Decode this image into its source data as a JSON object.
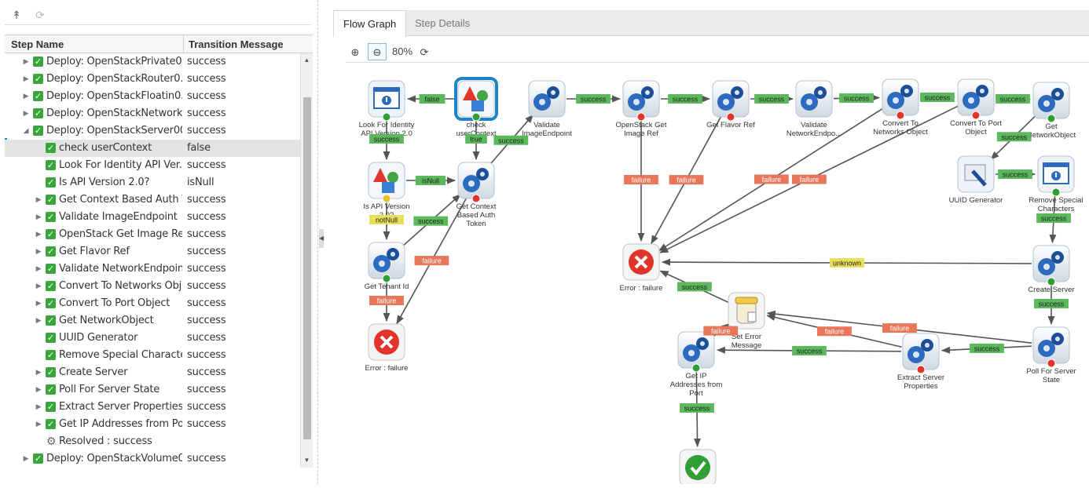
{
  "left_panel": {
    "toolbar": {
      "collapse_icon": "collapse-all-icon",
      "refresh_icon": "refresh-icon"
    },
    "columns": {
      "step_name": "Step Name",
      "transition_message": "Transition Message"
    },
    "rows": [
      {
        "name": "Deploy: OpenStackPrivate0...",
        "msg": "success",
        "level": 0,
        "toggle": "collapsed",
        "icon": "check"
      },
      {
        "name": "Deploy: OpenStackRouter0...",
        "msg": "success",
        "level": 0,
        "toggle": "collapsed",
        "icon": "check"
      },
      {
        "name": "Deploy: OpenStackFloatin0...",
        "msg": "success",
        "level": 0,
        "toggle": "collapsed",
        "icon": "check"
      },
      {
        "name": "Deploy: OpenStackNetwork...",
        "msg": "success",
        "level": 0,
        "toggle": "collapsed",
        "icon": "check"
      },
      {
        "name": "Deploy: OpenStackServer00...",
        "msg": "success",
        "level": 0,
        "toggle": "expanded",
        "icon": "check"
      },
      {
        "name": "check userContext",
        "msg": "false",
        "level": 1,
        "toggle": "none",
        "icon": "check",
        "selected": true
      },
      {
        "name": "Look For Identity API Ver...",
        "msg": "success",
        "level": 1,
        "toggle": "none",
        "icon": "check"
      },
      {
        "name": "Is API Version 2.0?",
        "msg": "isNull",
        "level": 1,
        "toggle": "none",
        "icon": "check"
      },
      {
        "name": "Get Context Based Auth T...",
        "msg": "success",
        "level": 1,
        "toggle": "collapsed",
        "icon": "check"
      },
      {
        "name": "Validate ImageEndpoint",
        "msg": "success",
        "level": 1,
        "toggle": "collapsed",
        "icon": "check"
      },
      {
        "name": "OpenStack Get Image Ref",
        "msg": "success",
        "level": 1,
        "toggle": "collapsed",
        "icon": "check"
      },
      {
        "name": "Get Flavor Ref",
        "msg": "success",
        "level": 1,
        "toggle": "collapsed",
        "icon": "check"
      },
      {
        "name": "Validate NetworkEndpoint",
        "msg": "success",
        "level": 1,
        "toggle": "collapsed",
        "icon": "check"
      },
      {
        "name": "Convert To Networks Obj...",
        "msg": "success",
        "level": 1,
        "toggle": "collapsed",
        "icon": "check"
      },
      {
        "name": "Convert To Port Object",
        "msg": "success",
        "level": 1,
        "toggle": "collapsed",
        "icon": "check"
      },
      {
        "name": "Get NetworkObject",
        "msg": "success",
        "level": 1,
        "toggle": "collapsed",
        "icon": "check"
      },
      {
        "name": "UUID Generator",
        "msg": "success",
        "level": 1,
        "toggle": "none",
        "icon": "check"
      },
      {
        "name": "Remove Special Characte...",
        "msg": "success",
        "level": 1,
        "toggle": "none",
        "icon": "check"
      },
      {
        "name": "Create Server",
        "msg": "success",
        "level": 1,
        "toggle": "collapsed",
        "icon": "check"
      },
      {
        "name": "Poll For Server State",
        "msg": "success",
        "level": 1,
        "toggle": "collapsed",
        "icon": "check"
      },
      {
        "name": "Extract Server Properties",
        "msg": "success",
        "level": 1,
        "toggle": "collapsed",
        "icon": "check"
      },
      {
        "name": "Get IP Addresses from Po...",
        "msg": "success",
        "level": 1,
        "toggle": "collapsed",
        "icon": "check"
      },
      {
        "name": "Resolved : success",
        "msg": "",
        "level": 1,
        "toggle": "none",
        "icon": "gear"
      },
      {
        "name": "Deploy: OpenStackVolume0...",
        "msg": "success",
        "level": 0,
        "toggle": "collapsed",
        "icon": "check"
      }
    ]
  },
  "tabs": [
    {
      "label": "Flow Graph",
      "active": true
    },
    {
      "label": "Step Details",
      "active": false
    }
  ],
  "graph_toolbar": {
    "zoom_in_icon": "zoom-in-icon",
    "zoom_out_icon": "zoom-out-icon",
    "zoom_level": "80%",
    "reset_icon": "reset-zoom-icon"
  },
  "colors": {
    "success": "#5cb85c",
    "failure": "#e8765a",
    "custom": "#e8e05a",
    "edge": "#555555",
    "accent": "#1e84c6"
  },
  "flow": {
    "nodes": [
      {
        "id": "look",
        "label": [
          "Look For Identity",
          "API Version 2.0"
        ],
        "icon": "window",
        "status": "success"
      },
      {
        "id": "check",
        "label": [
          "check",
          "userContext"
        ],
        "icon": "shapes",
        "status": "success",
        "selected": true
      },
      {
        "id": "validate_img",
        "label": [
          "Validate",
          "ImageEndpoint"
        ],
        "icon": "gear"
      },
      {
        "id": "get_image",
        "label": [
          "OpenStack Get",
          "Image Ref"
        ],
        "icon": "gear",
        "status": "failure"
      },
      {
        "id": "flavor",
        "label": [
          "Get Flavor Ref"
        ],
        "icon": "gear",
        "status": "failure"
      },
      {
        "id": "validate_net",
        "label": [
          "Validate",
          "NetworkEndpo..."
        ],
        "icon": "gear"
      },
      {
        "id": "conv_net",
        "label": [
          "Convert To",
          "Networks Object"
        ],
        "icon": "gear",
        "status": "failure"
      },
      {
        "id": "conv_port",
        "label": [
          "Convert To Port",
          "Object"
        ],
        "icon": "gear",
        "status": "failure"
      },
      {
        "id": "get_netobj",
        "label": [
          "Get",
          "NetworkObject"
        ],
        "icon": "gear",
        "status": "success"
      },
      {
        "id": "isapi",
        "label": [
          "Is API Version",
          "2.0?"
        ],
        "icon": "shapes",
        "status": "custom"
      },
      {
        "id": "getctx",
        "label": [
          "Get Context",
          "Based Auth",
          "Token"
        ],
        "icon": "gear",
        "status": "failure"
      },
      {
        "id": "uuid",
        "label": [
          "UUID Generator"
        ],
        "icon": "tool"
      },
      {
        "id": "remove",
        "label": [
          "Remove Special",
          "Characters"
        ],
        "icon": "window",
        "status": "success"
      },
      {
        "id": "tenant",
        "label": [
          "Get Tenant Id"
        ],
        "icon": "gear",
        "status": "success"
      },
      {
        "id": "err1",
        "label": [
          "Error : failure"
        ],
        "icon": "error"
      },
      {
        "id": "err2",
        "label": [
          "Error : failure"
        ],
        "icon": "error"
      },
      {
        "id": "create",
        "label": [
          "Create Server"
        ],
        "icon": "gear",
        "status": "success"
      },
      {
        "id": "seterr",
        "label": [
          "Set Error",
          "Message"
        ],
        "icon": "jar"
      },
      {
        "id": "getip",
        "label": [
          "Get IP",
          "Addresses from",
          "Port"
        ],
        "icon": "gear",
        "status": "success"
      },
      {
        "id": "extract",
        "label": [
          "Extract Server",
          "Properties"
        ],
        "icon": "gear",
        "status": "failure"
      },
      {
        "id": "poll",
        "label": [
          "Poll For Server",
          "State"
        ],
        "icon": "gear",
        "status": "failure"
      },
      {
        "id": "resolved",
        "label": [],
        "icon": "ok"
      }
    ],
    "edges": [
      {
        "from": "check",
        "to": "look",
        "label": "false",
        "kind": "success"
      },
      {
        "from": "look",
        "to": "isapi",
        "label": "success",
        "kind": "success"
      },
      {
        "from": "check",
        "to": "getctx",
        "label": "true",
        "kind": "success"
      },
      {
        "from": "isapi",
        "to": "getctx",
        "label": "isNull",
        "kind": "success"
      },
      {
        "from": "isapi",
        "to": "tenant",
        "label": "notNull",
        "kind": "custom"
      },
      {
        "from": "tenant",
        "to": "getctx",
        "label": "success",
        "kind": "success"
      },
      {
        "from": "tenant",
        "to": "err1",
        "label": "failure",
        "kind": "failure"
      },
      {
        "from": "getctx",
        "to": "err1",
        "label": "failure",
        "kind": "failure"
      },
      {
        "from": "getctx",
        "to": "validate_img",
        "label": "success",
        "kind": "success"
      },
      {
        "from": "validate_img",
        "to": "get_image",
        "label": "success",
        "kind": "success"
      },
      {
        "from": "get_image",
        "to": "flavor",
        "label": "success",
        "kind": "success"
      },
      {
        "from": "flavor",
        "to": "validate_net",
        "label": "success",
        "kind": "success"
      },
      {
        "from": "validate_net",
        "to": "conv_net",
        "label": "success",
        "kind": "success"
      },
      {
        "from": "conv_net",
        "to": "conv_port",
        "label": "success",
        "kind": "success"
      },
      {
        "from": "conv_port",
        "to": "get_netobj",
        "label": "success",
        "kind": "success"
      },
      {
        "from": "get_netobj",
        "to": "uuid",
        "label": "success",
        "kind": "success"
      },
      {
        "from": "uuid",
        "to": "remove",
        "label": "success",
        "kind": "success"
      },
      {
        "from": "remove",
        "to": "create",
        "label": "success",
        "kind": "success"
      },
      {
        "from": "get_image",
        "to": "err2",
        "label": "failure",
        "kind": "failure"
      },
      {
        "from": "flavor",
        "to": "err2",
        "label": "failure",
        "kind": "failure"
      },
      {
        "from": "conv_net",
        "to": "err2",
        "label": "failure",
        "kind": "failure"
      },
      {
        "from": "conv_port",
        "to": "err2",
        "label": "failure",
        "kind": "failure"
      },
      {
        "from": "create",
        "to": "err2",
        "label": "unknown",
        "kind": "custom"
      },
      {
        "from": "create",
        "to": "poll",
        "label": "success",
        "kind": "success"
      },
      {
        "from": "poll",
        "to": "extract",
        "label": "success",
        "kind": "success"
      },
      {
        "from": "poll",
        "to": "seterr",
        "label": "failure",
        "kind": "failure"
      },
      {
        "from": "extract",
        "to": "getip",
        "label": "success",
        "kind": "success"
      },
      {
        "from": "extract",
        "to": "seterr",
        "label": "failure",
        "kind": "failure"
      },
      {
        "from": "seterr",
        "to": "err2",
        "label": "success",
        "kind": "success"
      },
      {
        "from": "getip",
        "to": "seterr",
        "label": "failure",
        "kind": "failure"
      },
      {
        "from": "getip",
        "to": "resolved",
        "label": "success",
        "kind": "success"
      }
    ]
  }
}
